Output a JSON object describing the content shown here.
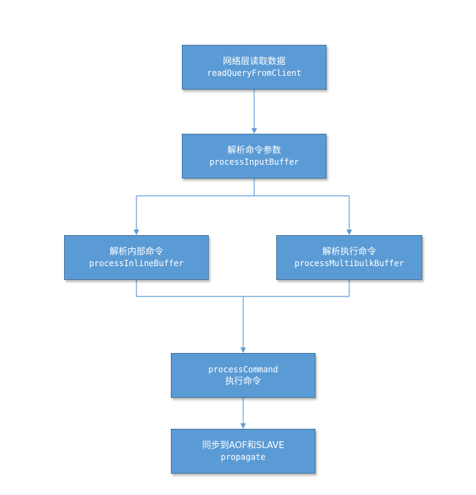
{
  "nodes": {
    "read_query": {
      "line1": "网络层读取数据",
      "line2": "readQueryFromClient"
    },
    "parse_args": {
      "line1": "解析命令参数",
      "line2": "processInputBuffer"
    },
    "parse_inline": {
      "line1": "解析内部命令",
      "line2": "processInlineBuffer"
    },
    "parse_multibulk": {
      "line1": "解析执行命令",
      "line2": "processMultibulkBuffer"
    },
    "process_command": {
      "line1": "processCommand",
      "line2": "执行命令"
    },
    "propagate": {
      "line1": "同步到AOF和SLAVE",
      "line2": "propagate"
    }
  },
  "colors": {
    "box_fill": "#5b9bd5",
    "box_border": "#41719c",
    "connector": "#5b9bd5",
    "text": "#ffffff"
  }
}
